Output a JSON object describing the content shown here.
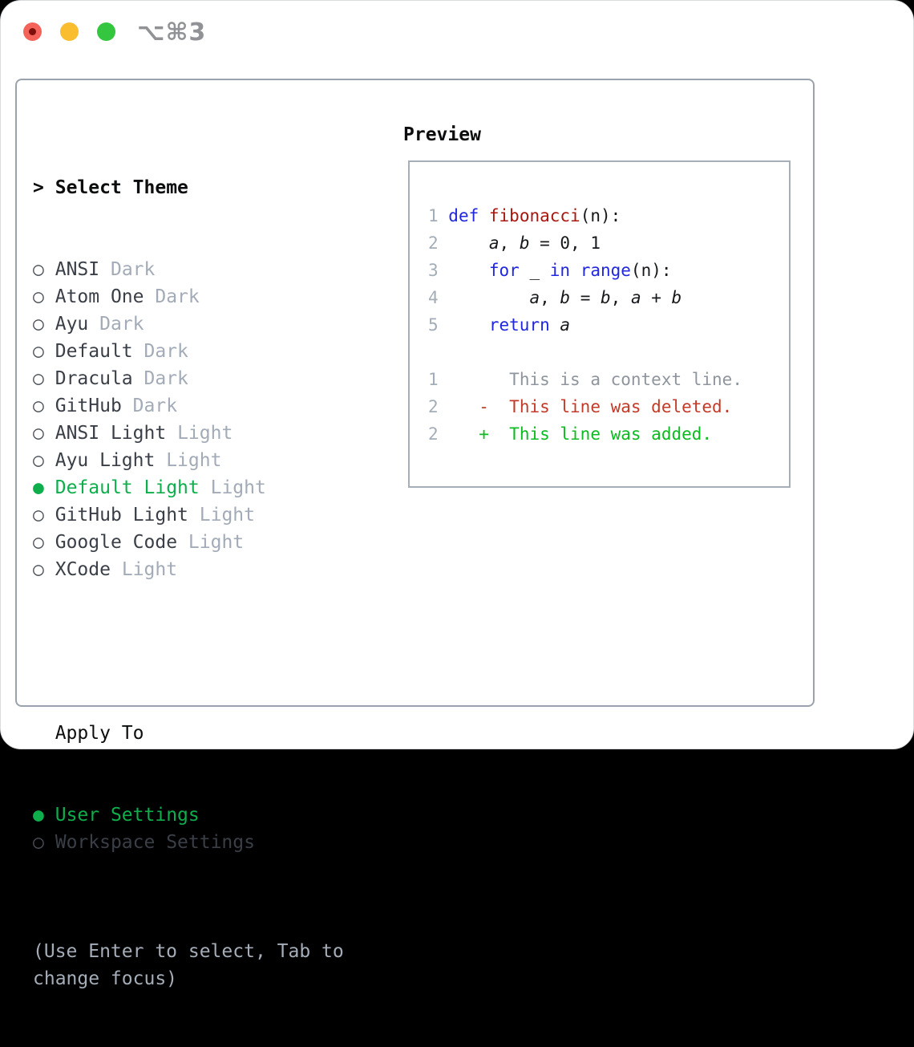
{
  "window": {
    "title": "⌥⌘3",
    "traffic_lights": [
      {
        "name": "close",
        "color": "#f4635a",
        "dot": "#7e100c"
      },
      {
        "name": "minimize",
        "color": "#f9bd2d"
      },
      {
        "name": "zoom",
        "color": "#33c63e"
      }
    ]
  },
  "theme_list": {
    "cursor": ">",
    "heading": "Select Theme",
    "items": [
      {
        "name": "ANSI",
        "tag": "Dark",
        "selected": false
      },
      {
        "name": "Atom One",
        "tag": "Dark",
        "selected": false
      },
      {
        "name": "Ayu",
        "tag": "Dark",
        "selected": false
      },
      {
        "name": "Default",
        "tag": "Dark",
        "selected": false
      },
      {
        "name": "Dracula",
        "tag": "Dark",
        "selected": false
      },
      {
        "name": "GitHub",
        "tag": "Dark",
        "selected": false
      },
      {
        "name": "ANSI Light",
        "tag": "Light",
        "selected": false
      },
      {
        "name": "Ayu Light",
        "tag": "Light",
        "selected": false
      },
      {
        "name": "Default Light",
        "tag": "Light",
        "selected": true
      },
      {
        "name": "GitHub Light",
        "tag": "Light",
        "selected": false
      },
      {
        "name": "Google Code",
        "tag": "Light",
        "selected": false
      },
      {
        "name": "XCode",
        "tag": "Light",
        "selected": false
      }
    ]
  },
  "apply_to": {
    "heading": "Apply To",
    "options": [
      {
        "label": "User Settings",
        "selected": true
      },
      {
        "label": "Workspace Settings",
        "selected": false
      }
    ]
  },
  "hint": "(Use Enter to select, Tab to change focus)",
  "preview": {
    "heading": "Preview",
    "code_lines": [
      {
        "num": "1",
        "segments": [
          {
            "s": "k",
            "t": "def"
          },
          {
            "s": "p",
            "t": " "
          },
          {
            "s": "f",
            "t": "fibonacci"
          },
          {
            "s": "p",
            "t": "(n):"
          }
        ]
      },
      {
        "num": "2",
        "segments": [
          {
            "s": "p",
            "t": "    "
          },
          {
            "s": "v",
            "t": "a"
          },
          {
            "s": "p",
            "t": ", "
          },
          {
            "s": "v",
            "t": "b"
          },
          {
            "s": "p",
            "t": " = 0, 1"
          }
        ]
      },
      {
        "num": "3",
        "segments": [
          {
            "s": "p",
            "t": "    "
          },
          {
            "s": "k",
            "t": "for"
          },
          {
            "s": "p",
            "t": " _ "
          },
          {
            "s": "k",
            "t": "in"
          },
          {
            "s": "p",
            "t": " "
          },
          {
            "s": "k",
            "t": "range"
          },
          {
            "s": "p",
            "t": "(n):"
          }
        ]
      },
      {
        "num": "4",
        "segments": [
          {
            "s": "p",
            "t": "        "
          },
          {
            "s": "v",
            "t": "a"
          },
          {
            "s": "p",
            "t": ", "
          },
          {
            "s": "v",
            "t": "b"
          },
          {
            "s": "p",
            "t": " = "
          },
          {
            "s": "v",
            "t": "b"
          },
          {
            "s": "p",
            "t": ", "
          },
          {
            "s": "v",
            "t": "a"
          },
          {
            "s": "p",
            "t": " + "
          },
          {
            "s": "v",
            "t": "b"
          }
        ]
      },
      {
        "num": "5",
        "segments": [
          {
            "s": "p",
            "t": "    "
          },
          {
            "s": "k",
            "t": "return"
          },
          {
            "s": "p",
            "t": " "
          },
          {
            "s": "v",
            "t": "a"
          }
        ]
      }
    ],
    "diff_lines": [
      {
        "num": "1",
        "marker": " ",
        "text": "This is a context line.",
        "type": "ctx"
      },
      {
        "num": "2",
        "marker": "-",
        "text": "This line was deleted.",
        "type": "del"
      },
      {
        "num": "2",
        "marker": "+",
        "text": "This line was added.",
        "type": "add"
      }
    ]
  },
  "colors": {
    "accent_green": "#0fae4c",
    "keyword_blue": "#2127df",
    "function_red": "#a8160e",
    "diff_deleted": "#c43a28",
    "diff_added": "#0cbb1f",
    "muted_gray": "#a2abb7",
    "panel_border": "#9aa3ad"
  }
}
